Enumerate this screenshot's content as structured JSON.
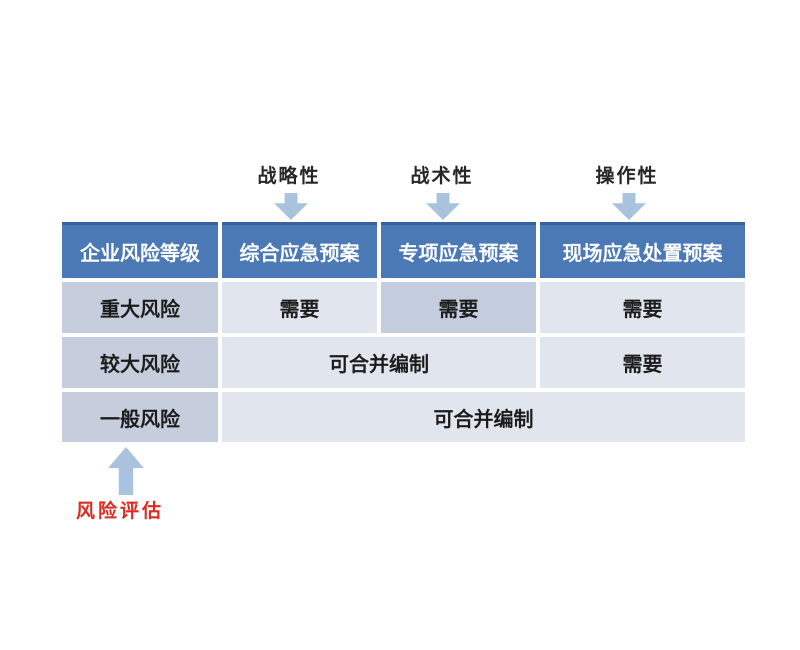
{
  "top_labels": {
    "strategic": "战略性",
    "tactical": "战术性",
    "operational": "操作性"
  },
  "table": {
    "headers": [
      "企业风险等级",
      "综合应急预案",
      "专项应急预案",
      "现场应急处置预案"
    ],
    "rows": [
      {
        "level": "重大风险",
        "cells": [
          "需要",
          "需要",
          "需要"
        ]
      },
      {
        "level": "较大风险",
        "cells": [
          "可合并编制",
          "需要"
        ]
      },
      {
        "level": "一般风险",
        "cells": [
          "可合并编制"
        ]
      }
    ]
  },
  "bottom_label": "风险评估",
  "icons": {
    "down_arrows": [
      "down-arrow-icon",
      "down-arrow-icon",
      "down-arrow-icon"
    ],
    "up_arrow": "up-arrow-icon"
  },
  "colors": {
    "header_bg": "#4a79b5",
    "header_top_border": "#3a639b",
    "header_text": "#fdfdfd",
    "level_cell_bg": "#c6cedd",
    "cell_bg": "#e1e6ee",
    "cell_bg_dark": "#c3cdde",
    "arrow_fill": "#a9c3de",
    "risk_label_red": "#dd2b22",
    "body_text": "#1c1c1c"
  }
}
